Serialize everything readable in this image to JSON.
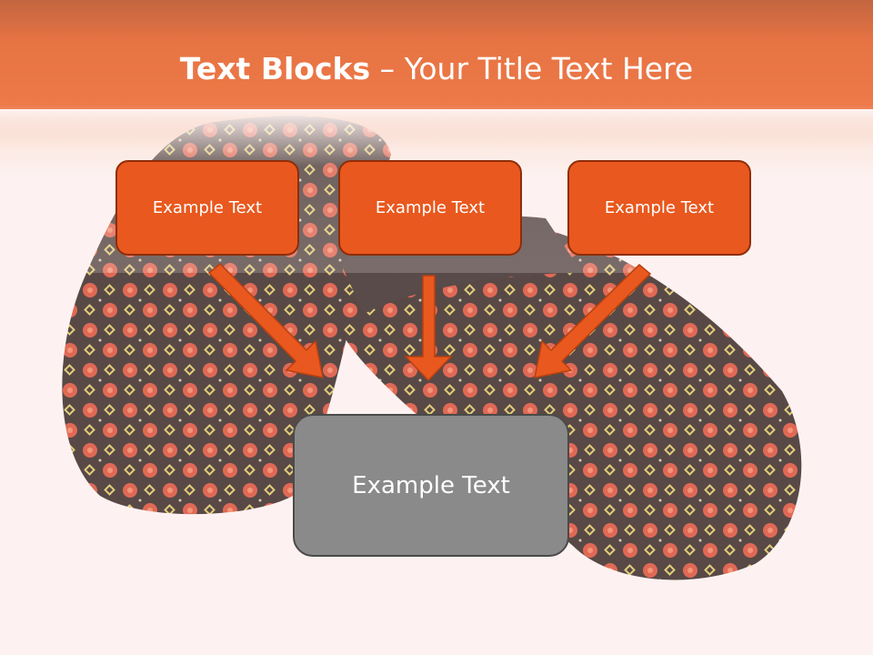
{
  "slide": {
    "title_bold": "Text Blocks",
    "title_rest": " – Your Title Text Here"
  },
  "boxes": [
    {
      "label": "Example Text"
    },
    {
      "label": "Example Text"
    },
    {
      "label": "Example Text"
    }
  ],
  "bottom_box": {
    "label": "Example Text"
  },
  "colors": {
    "header": "#e9581a",
    "box_fill": "#e9581e",
    "box_border": "#8e2d0a",
    "bottom_fill": "#8a8a8a",
    "arrow": "#e9581e"
  },
  "background_image": "slipper-photo"
}
